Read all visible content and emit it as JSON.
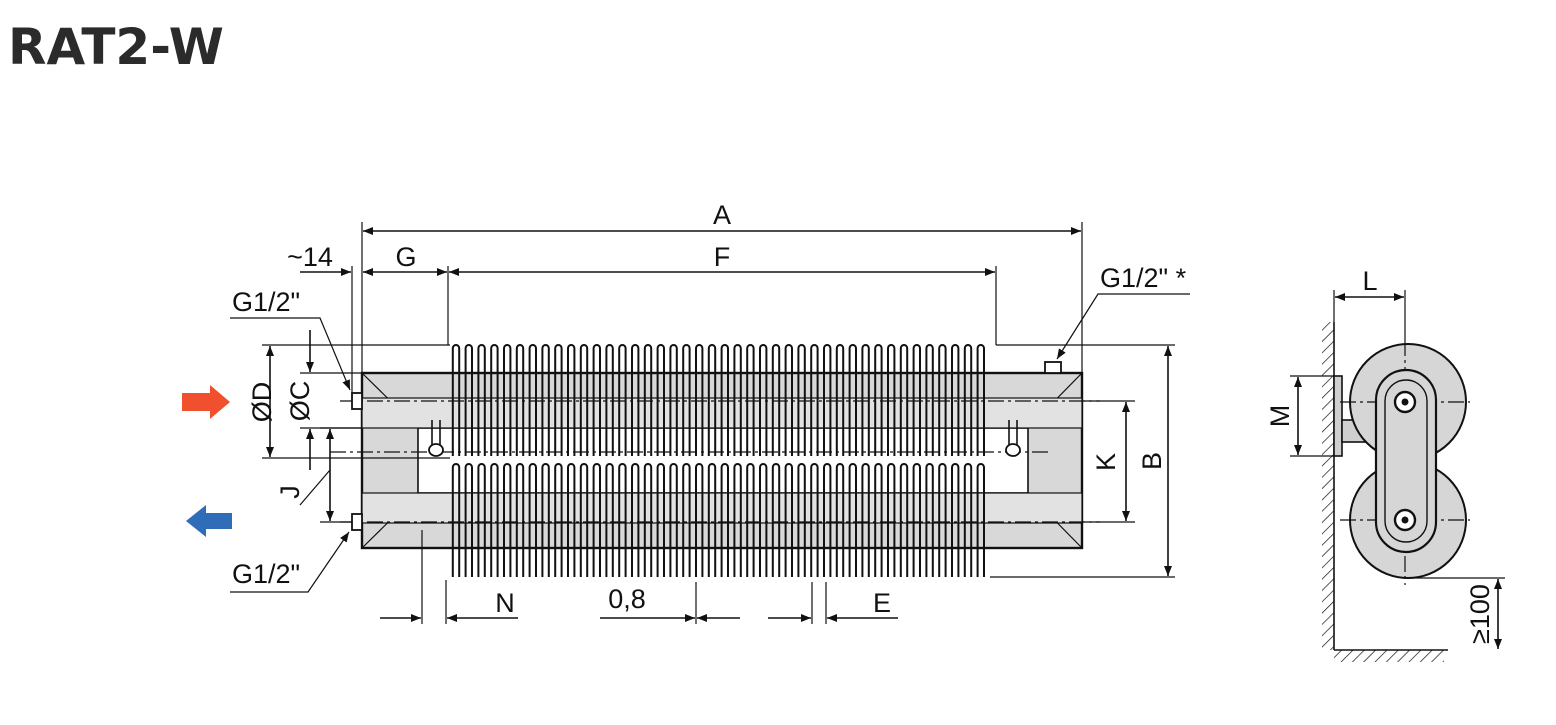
{
  "title": "RAT2-W",
  "labels": {
    "A": "A",
    "F": "F",
    "G": "G",
    "approx14": "~14",
    "g12_top_left": "G1/2\"",
    "g12_bottom_left": "G1/2\"",
    "g12_top_right": "G1/2\" *",
    "D": "ØD",
    "C": "ØC",
    "J": "J",
    "K": "K",
    "B": "B",
    "N": "N",
    "pitch": "0,8",
    "E": "E",
    "L": "L",
    "M": "M",
    "min100": "≥100"
  },
  "arrows": {
    "inlet_color": "#f0502d",
    "outlet_color": "#2f6db8"
  }
}
